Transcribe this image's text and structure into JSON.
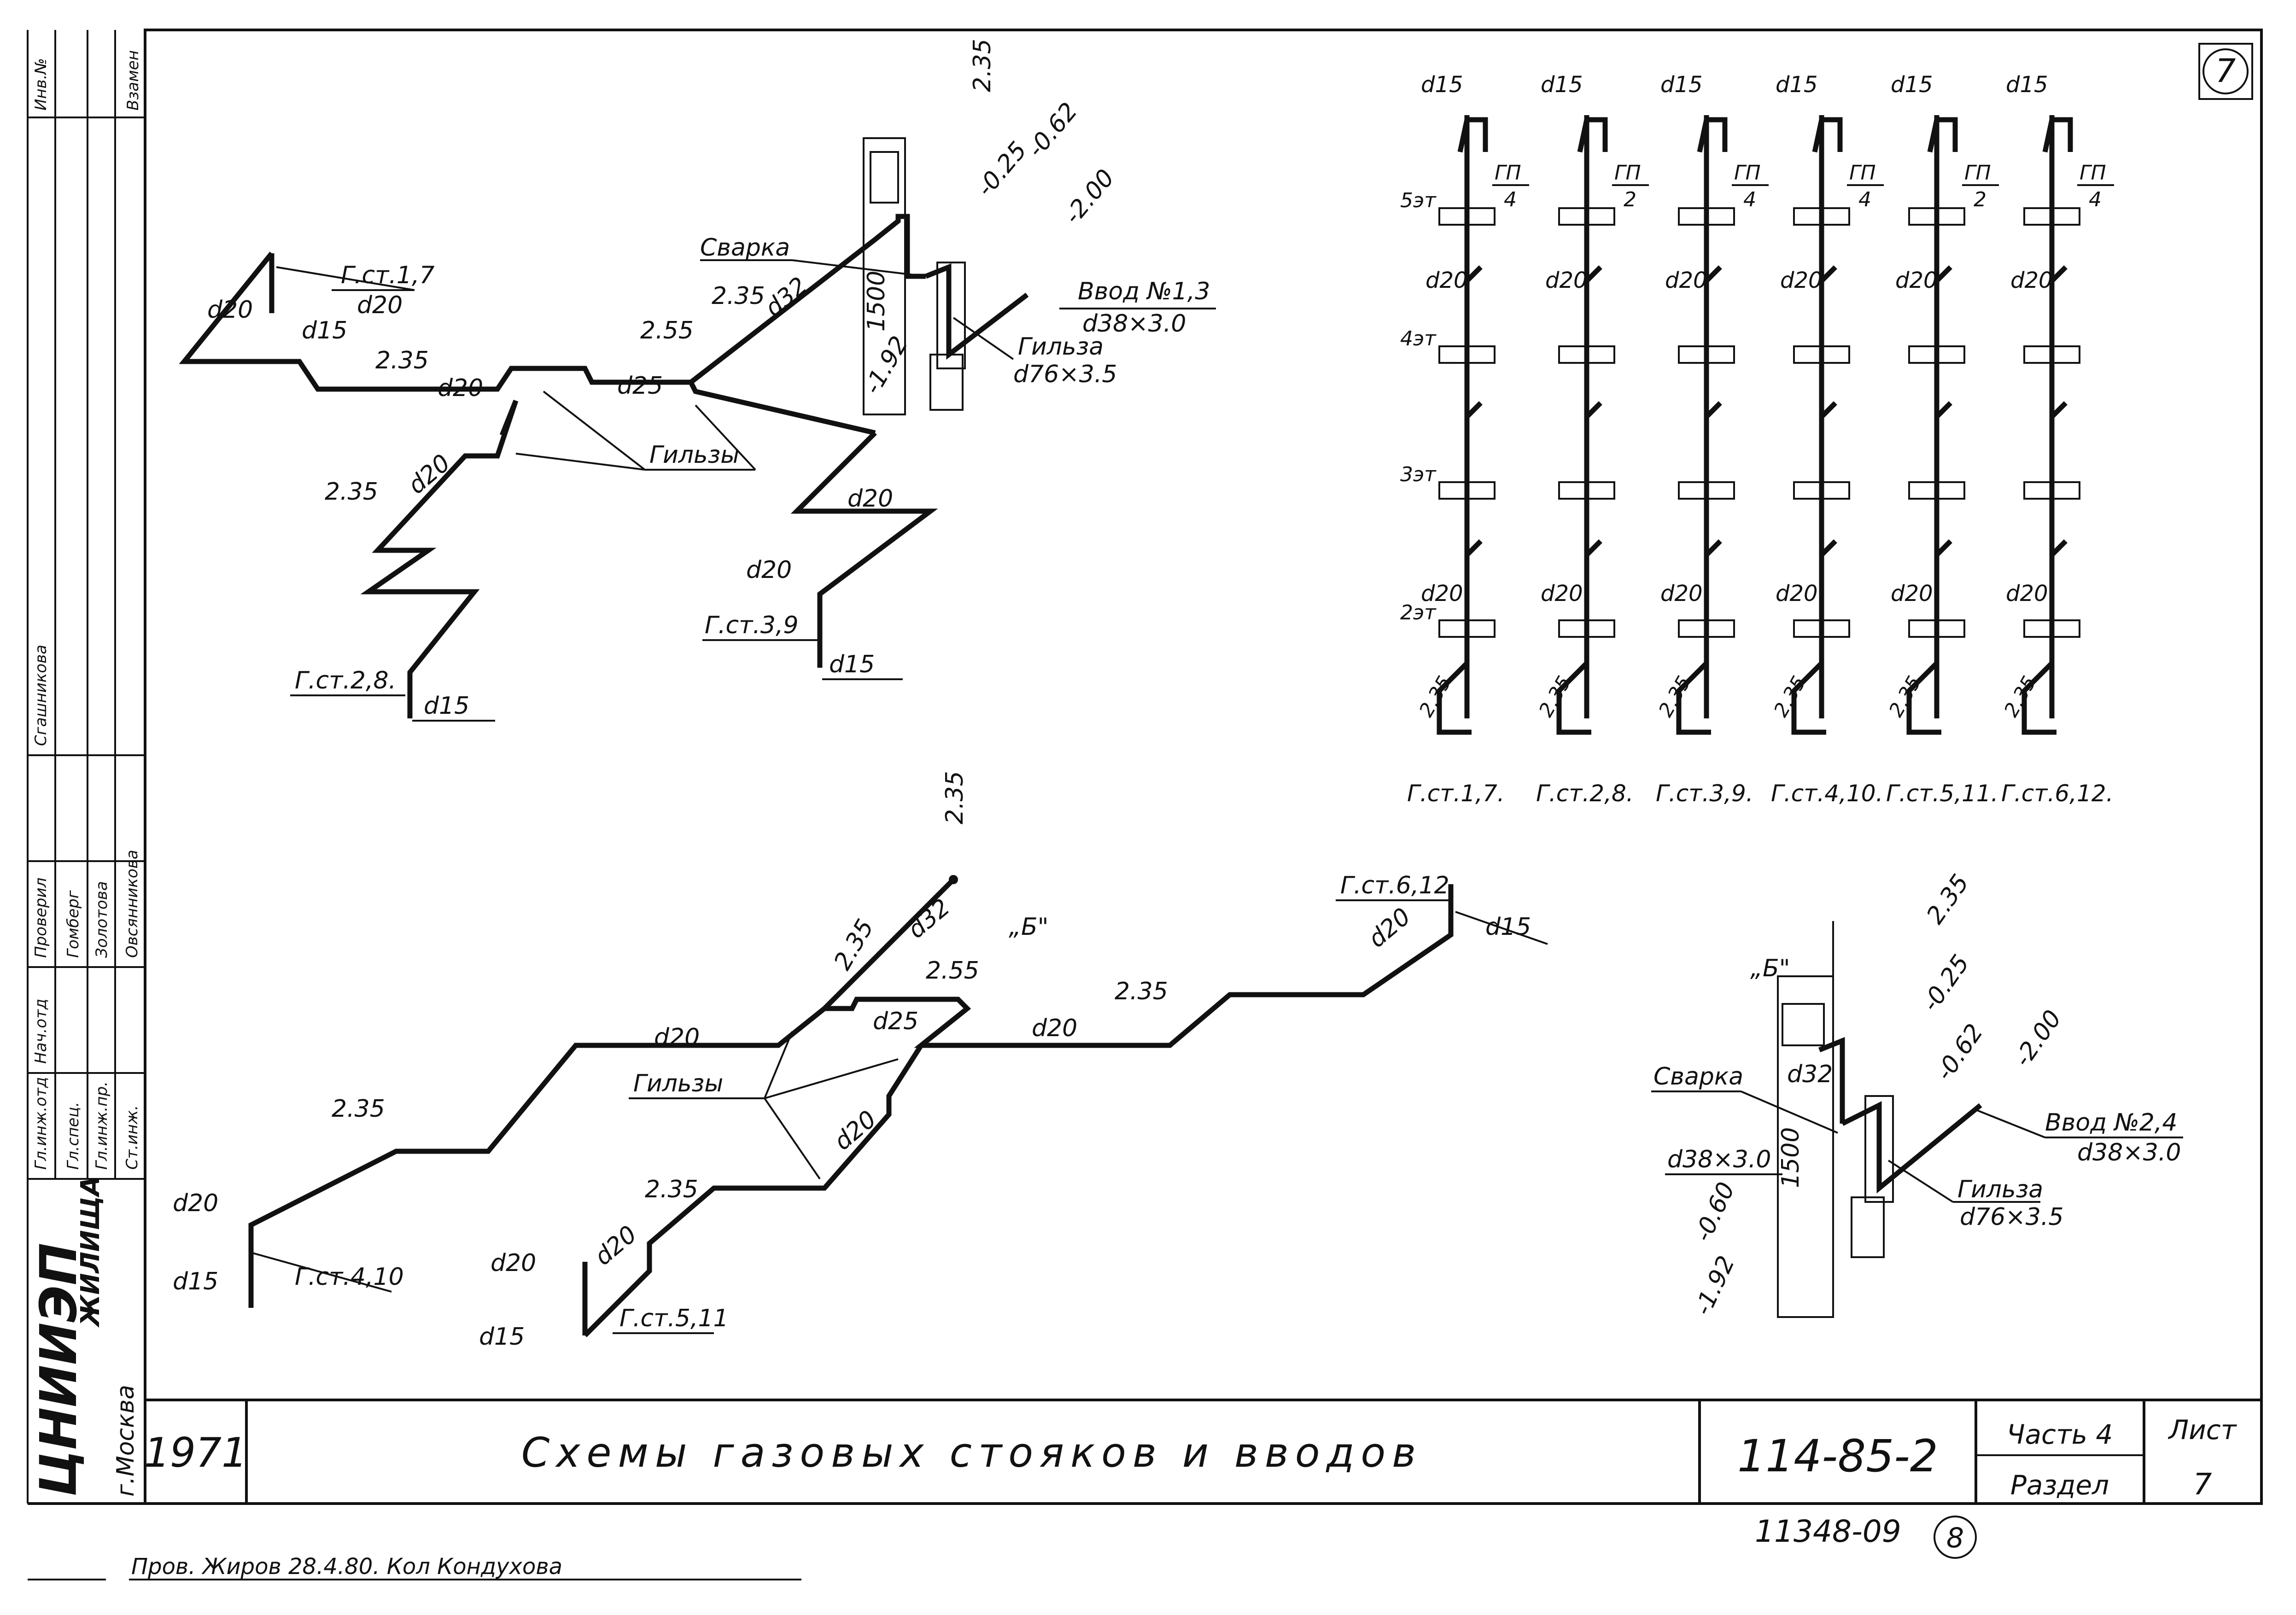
{
  "sheet_number": "7",
  "stamp": {
    "org": "ЦНИИЭП",
    "org_sub": "ЖИЛИЩА",
    "city": "г.Москва",
    "roles": [
      "Гл.инж.отд",
      "Гл.спец.",
      "Гл.инж.пр.",
      "Ст.инж."
    ],
    "roles_top": [
      "Нач.отд",
      "Проверил"
    ],
    "names": [
      "Гомберг",
      "Золотова",
      "Овсянникова"
    ],
    "sign_label": "Сгашникова",
    "col_inv": "Инв.№",
    "col_vzam": "Взамен"
  },
  "title_block": {
    "year": "1971",
    "title": "Схемы газовых стояков и вводов",
    "code": "114-85-2",
    "part": "Часть 4",
    "section": "Раздел",
    "sheet_label": "Лист",
    "sheet_value": "7",
    "archive": "11348-09",
    "archive_circle": "8",
    "check_note": "Пров. Жиров 28.4.80. Кол Кондухова"
  },
  "scheme_top": {
    "labels": {
      "svarka": "Сварка",
      "gilzy": "Гильзы",
      "gilza": "Гильза",
      "gilza_size": "d76×3.5",
      "vvod": "Ввод №1,3",
      "vvod_size": "d38×3.0",
      "gst17": "Г.ст.1,7",
      "gst17_d": "d20",
      "gst28": "Г.ст.2,8.",
      "gst39": "Г.ст.3,9",
      "d20": "d20",
      "d15": "d15",
      "d25": "d25",
      "d32": "d32",
      "h235": "2.35",
      "h255": "2.55",
      "m025": "-0.25",
      "m062": "-0.62",
      "m200": "-2.00",
      "m192": "-1.92",
      "h1500": "1500"
    }
  },
  "scheme_bottom": {
    "labels": {
      "gilzy": "Гильзы",
      "b_mark": "„Б\"",
      "gst410": "Г.ст.4,10",
      "gst511": "Г.ст.5,11",
      "gst612": "Г.ст.6,12",
      "d20": "d20",
      "d15": "d15",
      "d25": "d25",
      "d32": "d32",
      "h235": "2.35",
      "h255": "2.55"
    }
  },
  "risers": {
    "floors": [
      "5эт",
      "4эт",
      "3эт",
      "2эт"
    ],
    "d15": "d15",
    "d20": "d20",
    "h235": "2.35",
    "gp": "ГП",
    "gp_values": [
      "4",
      "2",
      "4",
      "4",
      "2",
      "4"
    ],
    "captions": [
      "Г.ст.1,7.",
      "Г.ст.2,8.",
      "Г.ст.3,9.",
      "Г.ст.4,10.",
      "Г.ст.5,11.",
      "Г.ст.6,12."
    ]
  },
  "detail_b": {
    "b_mark": "„Б\"",
    "svarka": "Сварка",
    "d32": "d32",
    "d38": "d38×3.0",
    "vvod": "Ввод №2,4",
    "vvod_size": "d38×3.0",
    "gilza": "Гильза",
    "gilza_size": "d76×3.5",
    "h235": "2.35",
    "m025": "-0.25",
    "m062": "-0.62",
    "m200": "-2.00",
    "m060": "-0.60",
    "m192": "-1.92",
    "h1500": "1500"
  }
}
